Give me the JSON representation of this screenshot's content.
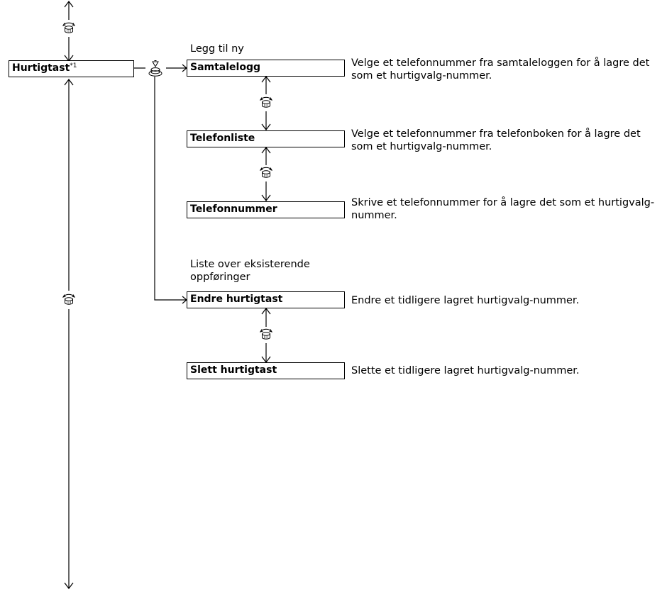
{
  "root": {
    "label": "Hurtigtast",
    "footnote": "*1"
  },
  "groups": {
    "add_new": "Legg til ny",
    "existing": "Liste over eksisterende oppføringer"
  },
  "items": [
    {
      "label": "Samtalelogg",
      "desc": "Velge et telefonnummer fra samtaleloggen for å lagre det som et hurtigvalg-nummer."
    },
    {
      "label": "Telefonliste",
      "desc": "Velge et telefonnummer fra telefonboken for å lagre det som et hurtigvalg-nummer."
    },
    {
      "label": "Telefonnummer",
      "desc": "Skrive et telefonnummer for å lagre det som et hurtigvalg-nummer."
    },
    {
      "label": "Endre hurtigtast",
      "desc": "Endre et tidligere lagret hurtigvalg-nummer."
    },
    {
      "label": "Slett hurtigtast",
      "desc": "Slette et tidligere lagret hurtigvalg-nummer."
    }
  ],
  "icons": {
    "rotate": "rotate-knob-icon",
    "press": "press-knob-icon"
  }
}
